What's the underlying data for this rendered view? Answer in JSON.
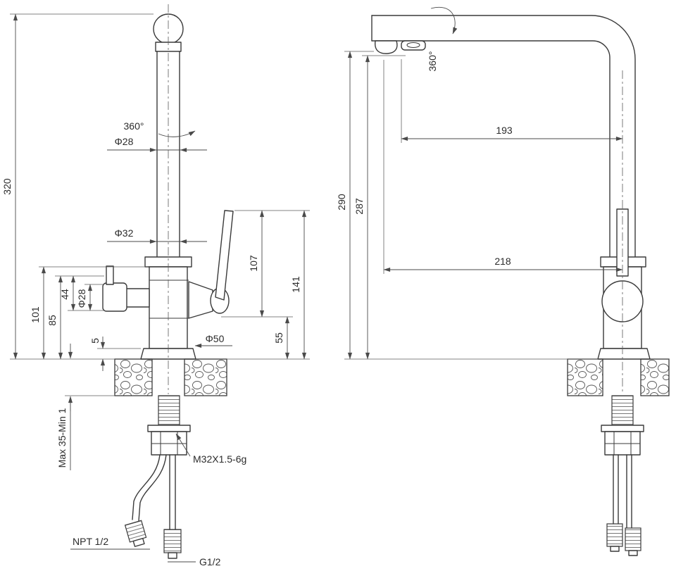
{
  "drawing": {
    "front_view": {
      "rotation": "360°",
      "dia_spout": "Φ28",
      "dia_column": "Φ32",
      "h_320": "320",
      "h_101": "101",
      "h_85": "85",
      "h_44": "44",
      "dia_handle": "Φ28",
      "h_5": "5",
      "h_107": "107",
      "h_141": "141",
      "h_55": "55",
      "dia_base": "Φ50",
      "counter_range": "Max 35-Min 1",
      "thread_shank": "M32X1.5-6g",
      "thread_inlet": "NPT 1/2",
      "thread_outlet": "G1/2"
    },
    "side_view": {
      "rotation": "360°",
      "reach_193": "193",
      "h_290": "290",
      "h_287": "287",
      "reach_218": "218"
    }
  }
}
